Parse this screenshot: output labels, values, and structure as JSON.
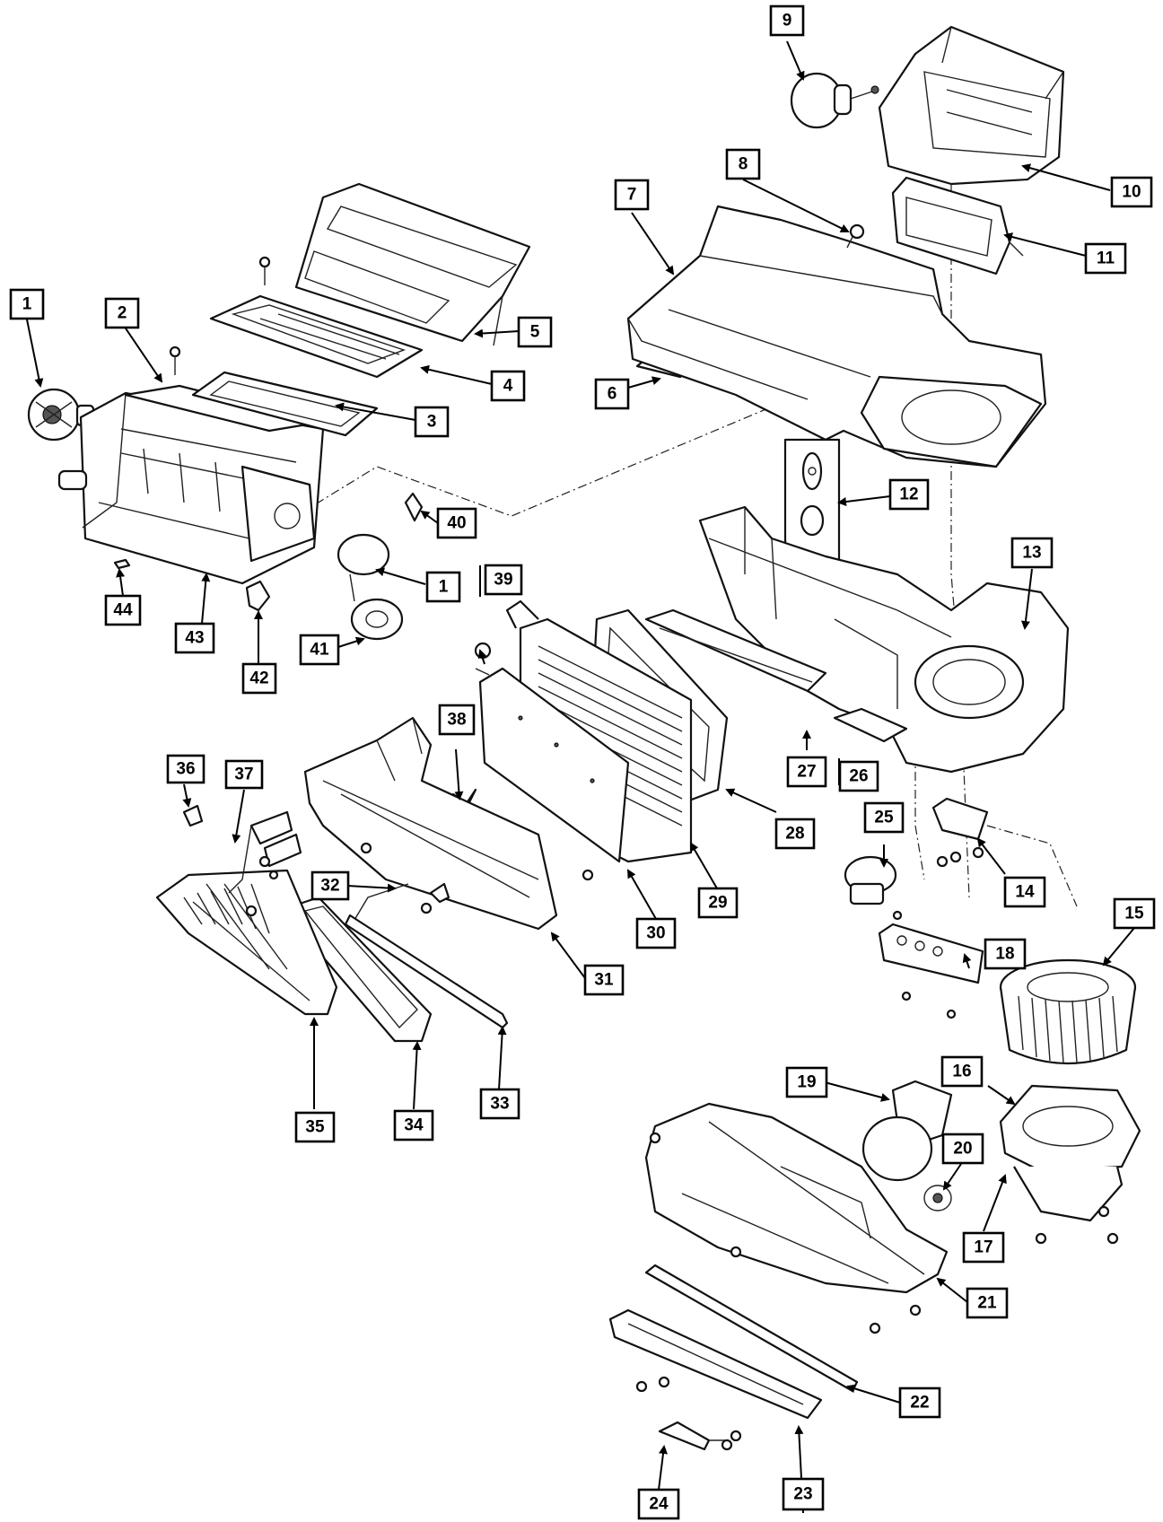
{
  "diagram": {
    "callouts": [
      "1",
      "2",
      "3",
      "4",
      "5",
      "6",
      "7",
      "8",
      "9",
      "10",
      "11",
      "12",
      "13",
      "14",
      "15",
      "16",
      "17",
      "18",
      "19",
      "20",
      "21",
      "22",
      "23",
      "24",
      "25",
      "26",
      "27",
      "28",
      "29",
      "30",
      "31",
      "32",
      "33",
      "34",
      "35",
      "36",
      "37",
      "38",
      "39",
      "40",
      "41",
      "42",
      "43",
      "44"
    ],
    "duplicate_callouts": [
      "1"
    ]
  }
}
